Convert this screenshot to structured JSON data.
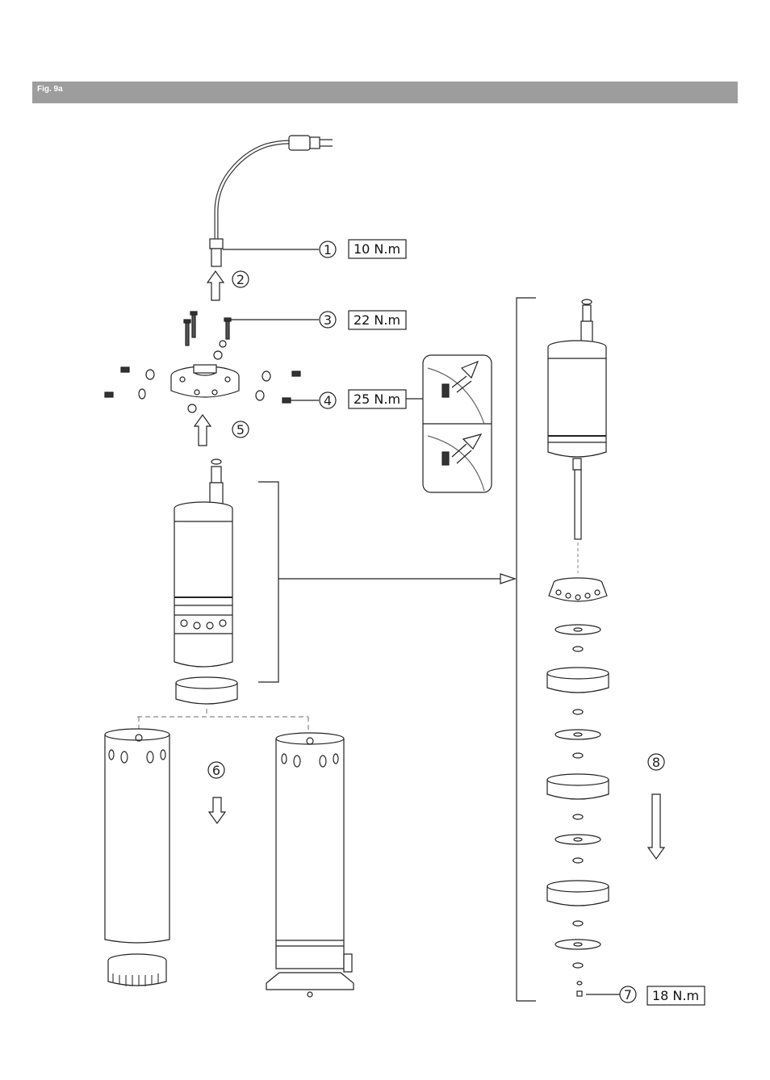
{
  "figure": {
    "label": "Fig. 9a"
  },
  "callouts": [
    {
      "id": "1",
      "torque": "10 N.m"
    },
    {
      "id": "2",
      "torque": ""
    },
    {
      "id": "3",
      "torque": "22 N.m"
    },
    {
      "id": "4",
      "torque": "25 N.m"
    },
    {
      "id": "5",
      "torque": ""
    },
    {
      "id": "6",
      "torque": ""
    },
    {
      "id": "7",
      "torque": "18 N.m"
    },
    {
      "id": "8",
      "torque": ""
    }
  ]
}
